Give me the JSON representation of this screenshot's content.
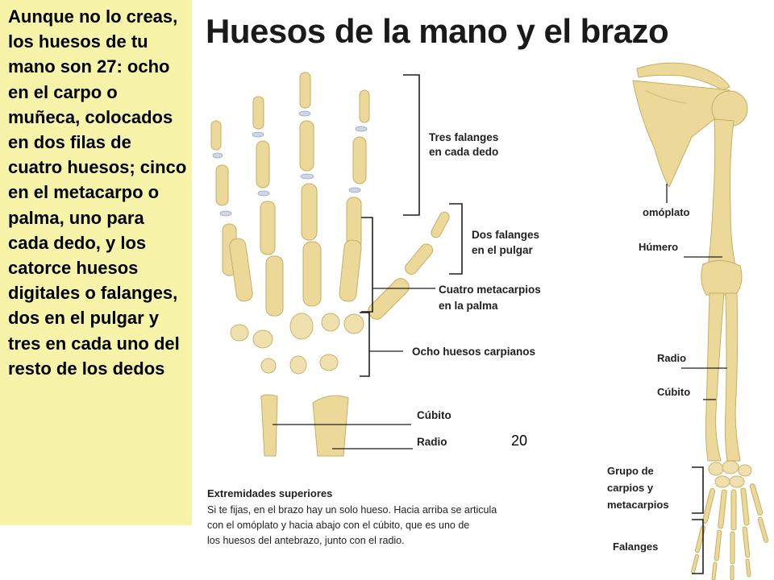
{
  "side_text": "Aunque no lo creas, los huesos de tu mano son 27: ocho en el carpo o muñeca, colocados en dos filas de cuatro huesos; cinco en el metacarpo o palma, uno para cada dedo, y los catorce huesos digitales o falanges, dos en el pulgar y tres en cada uno del resto de los dedos",
  "title": "Huesos de la mano y el brazo",
  "page_number": "20",
  "colors": {
    "sidebar_bg": "#f7f3a8",
    "bone": "#ecd99a",
    "joint": "#cfd7e6"
  },
  "hand_labels": {
    "tres_falanges_1": "Tres falanges",
    "tres_falanges_2": "en cada dedo",
    "dos_falanges_1": "Dos falanges",
    "dos_falanges_2": "en el pulgar",
    "metacarpios_1": "Cuatro metacarpios",
    "metacarpios_2": "en la palma",
    "carpianos": "Ocho huesos carpianos",
    "cubito": "Cúbito",
    "radio": "Radio"
  },
  "arm_labels": {
    "omoplato": "omóplato",
    "humero": "Húmero",
    "radio": "Radio",
    "cubito": "Cúbito",
    "grupo_1": "Grupo de",
    "grupo_2": "carpios y",
    "grupo_3": "metacarpios",
    "falanges": "Falanges"
  },
  "caption": {
    "heading": "Extremidades superiores",
    "line1": "Si te fijas, en el brazo hay un solo hueso. Hacia arriba se articula",
    "line2": "con el  omóplato   y hacia abajo con el cúbito, que es uno de",
    "line3": "los huesos del antebrazo, junto con el radio."
  }
}
